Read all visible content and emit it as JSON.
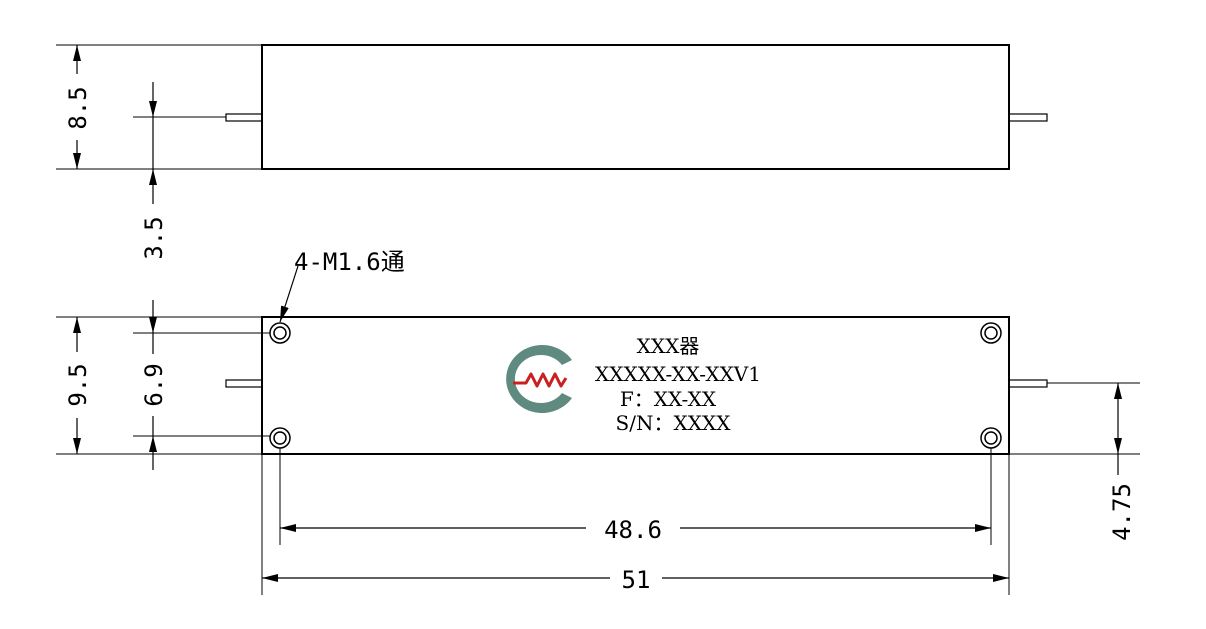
{
  "dimensions": {
    "top_height": "8.5",
    "pin_offset": "3.5",
    "bottom_height": "9.5",
    "hole_spacing_v": "6.9",
    "hole_spacing_h": "48.6",
    "total_length": "51",
    "pin_height": "4.75"
  },
  "callout": {
    "holes": "4-M1.6通"
  },
  "label": {
    "line1": "XXX器",
    "line2": "XXXXX-XX-XXV1",
    "line3": "F：XX-XX",
    "line4": "S/N：XXXX"
  },
  "colors": {
    "logo_ring": "#5f8a80",
    "logo_wave": "#c8211f"
  }
}
